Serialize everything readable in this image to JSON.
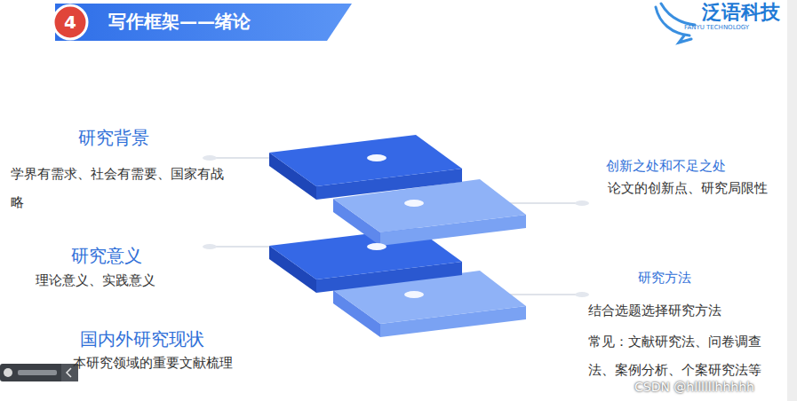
{
  "diagram": {
    "title": "写作框架——绪论",
    "labels": [
      "4",
      "泛语科技",
      "FANYU TECHNOLOGY",
      "研究背景",
      "学界有需求、社会有需要、国家有战略",
      "研究意义",
      "理论意义、实践意义",
      "国内外研究现状",
      "本研究领域的重要文献梳理",
      "创新之处和不足之处",
      "论文的创新点、研究局限性",
      "研究方法",
      "结合选题选择研究方法",
      "常见：文献研究法、问卷调查法、案例分析、个案研究法等",
      "CSDN @hllllllhhhhh"
    ]
  }
}
